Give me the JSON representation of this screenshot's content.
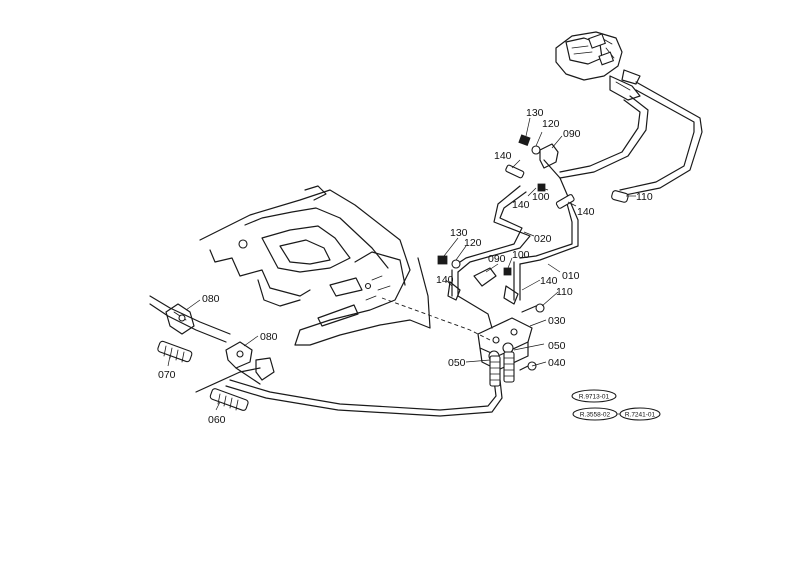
{
  "part_labels": {
    "p010": "010",
    "p020": "020",
    "p030": "030",
    "p040": "040",
    "p050a": "050",
    "p050b": "050",
    "p060": "060",
    "p070": "070",
    "p080a": "080",
    "p080b": "080",
    "p090a": "090",
    "p090b": "090",
    "p100a": "100",
    "p100b": "100",
    "p110a": "110",
    "p110b": "110",
    "p120a": "120",
    "p120b": "120",
    "p130a": "130",
    "p130b": "130",
    "p140a": "140",
    "p140b": "140",
    "p140c": "140",
    "p140d": "140",
    "p140e": "140"
  },
  "reference_tags": {
    "ref1": "R.9713-01",
    "ref2": "R.3558-02",
    "ref3": "R.7241-01"
  }
}
